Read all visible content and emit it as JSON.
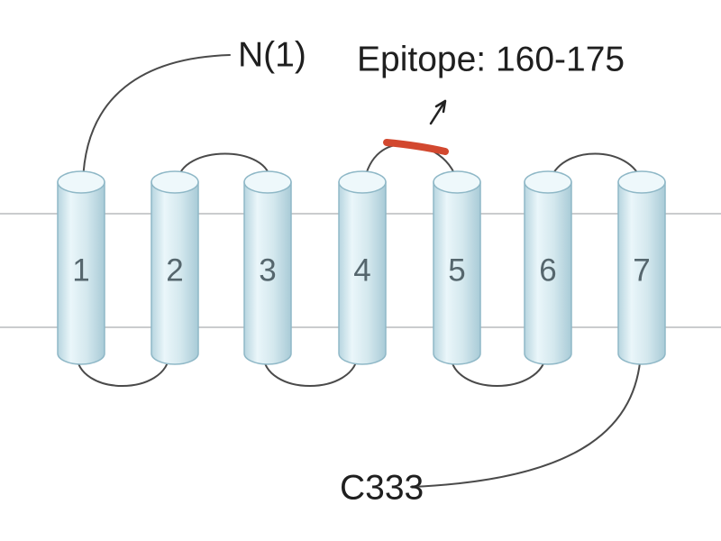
{
  "labels": {
    "n_terminus": "N(1)",
    "c_terminus": "C333",
    "epitope": "Epitope: 160-175"
  },
  "helices": [
    {
      "label": "1"
    },
    {
      "label": "2"
    },
    {
      "label": "3"
    },
    {
      "label": "4"
    },
    {
      "label": "5"
    },
    {
      "label": "6"
    },
    {
      "label": "7"
    }
  ],
  "colors": {
    "epitope": "#d2482f",
    "helix_fill": "#d4e8ee",
    "loop": "#4a4a4a",
    "membrane": "#b9bcbd"
  }
}
